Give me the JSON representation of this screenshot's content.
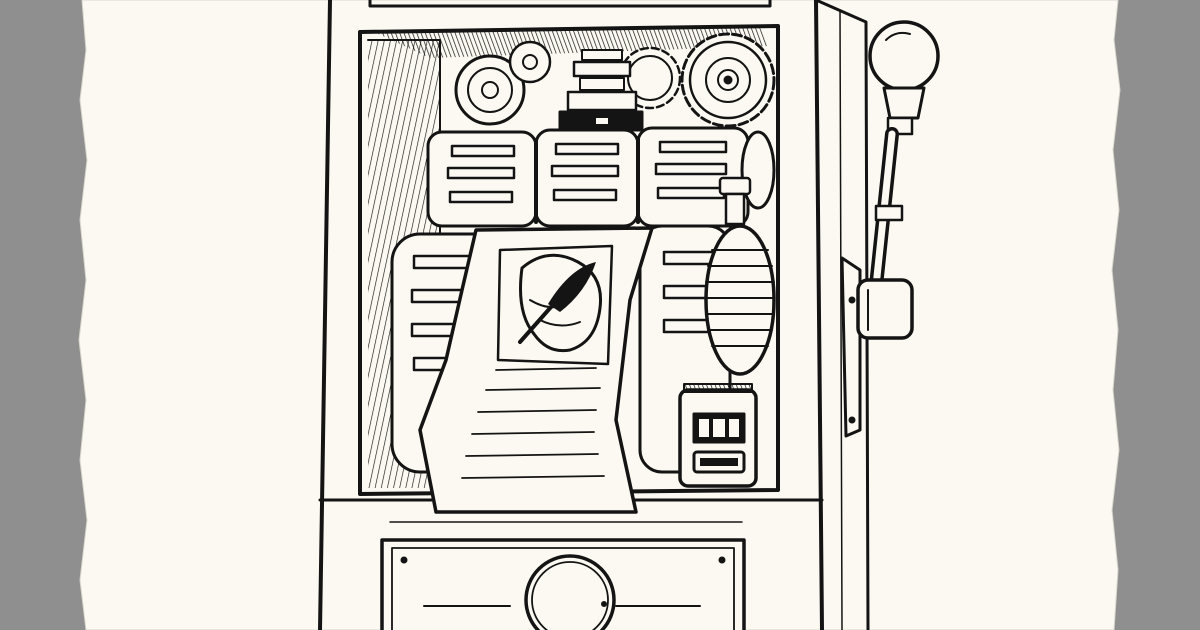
{
  "colors": {
    "backdrop": "#8f8f8f",
    "paper": "#fbf9f1",
    "ink": "#141414"
  },
  "scene": {
    "subject": "slot-machine",
    "parts": [
      "cabinet",
      "gears",
      "upper-reels",
      "lower-reels",
      "paper-scroll",
      "quill-hand",
      "counter-display",
      "pull-lever",
      "front-panel",
      "dial-knob"
    ]
  }
}
